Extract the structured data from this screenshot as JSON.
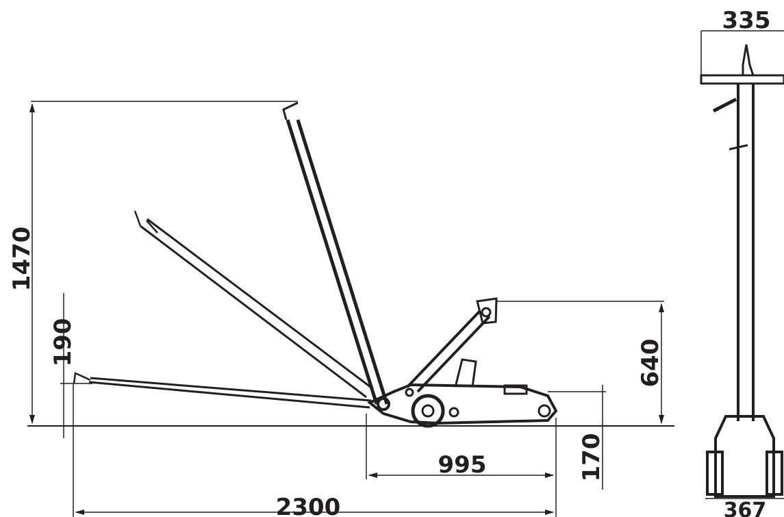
{
  "colors": {
    "ink": "#231f20",
    "background": "#ffffff"
  },
  "dimensions": {
    "overall_height": "1470",
    "handle_low_height": "190",
    "max_lift_height": "640",
    "min_height": "170",
    "chassis_length": "995",
    "overall_length": "2300",
    "handle_width": "335",
    "wheel_track": "367"
  }
}
